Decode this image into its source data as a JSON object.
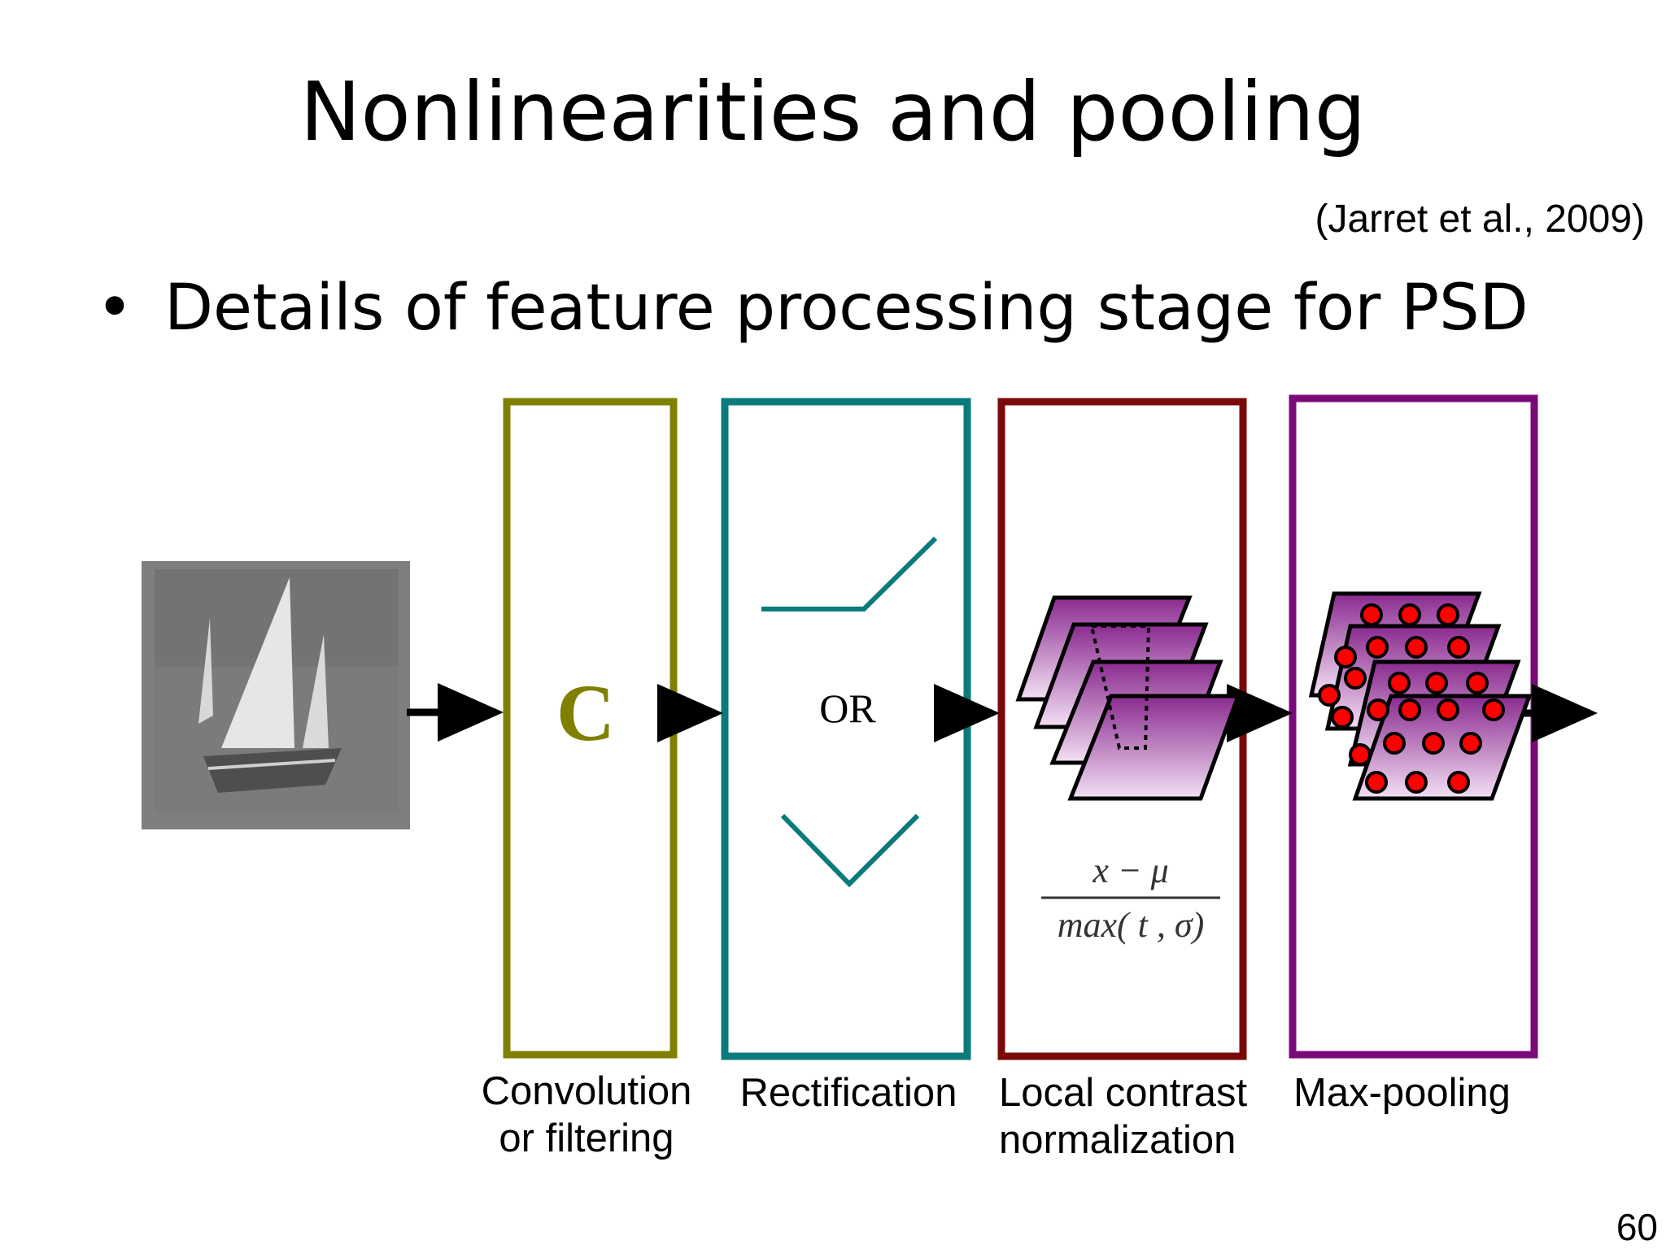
{
  "title": "Nonlinearities and pooling",
  "citation": "(Jarret et al., 2009)",
  "bullet": "Details of feature processing stage for PSD",
  "page_number": "60",
  "stages": {
    "convolution": {
      "symbol": "C",
      "label_line1": "Convolution",
      "label_line2": "or filtering",
      "color": "#808000"
    },
    "rectification": {
      "symbol": "OR",
      "label_line1": "Rectification",
      "color": "#0a7a7a"
    },
    "normalization": {
      "formula_numerator": "x − μ",
      "formula_denominator": "max( t , σ)",
      "label_line1": "Local contrast",
      "label_line2": "normalization",
      "color": "#7a0a0a"
    },
    "pooling": {
      "label_line1": "Max-pooling",
      "color": "#7a0a7a"
    }
  },
  "colors": {
    "feature_map": "#b060b8",
    "pool_dot": "#ff0000",
    "arrow": "#000000"
  }
}
